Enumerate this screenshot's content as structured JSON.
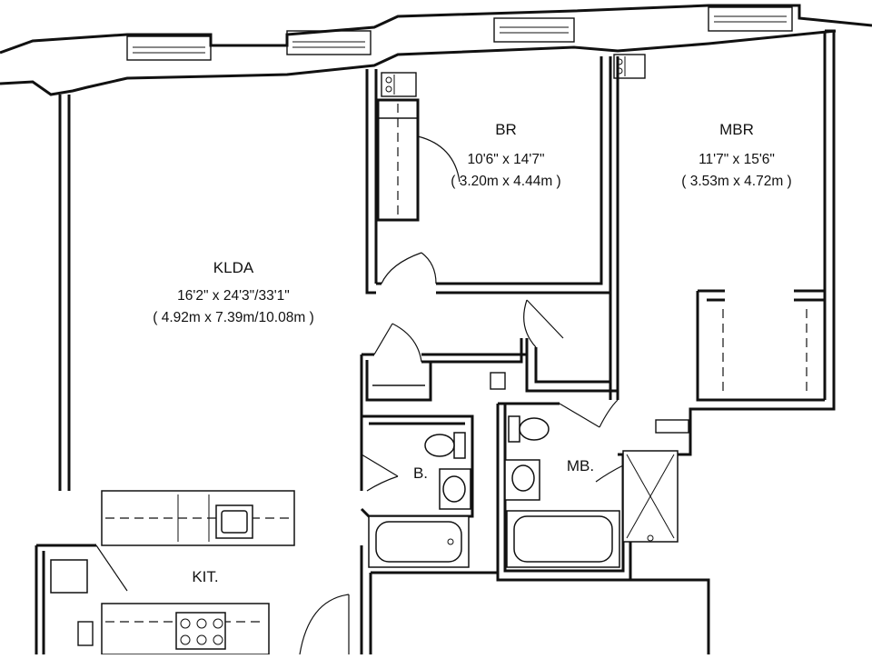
{
  "rooms": {
    "klda": {
      "name": "KLDA",
      "dim_imperial": "16'2\" x 24'3\"/33'1\"",
      "dim_metric": "( 4.92m x 7.39m/10.08m )"
    },
    "br": {
      "name": "BR",
      "dim_imperial": "10'6\" x 14'7\"",
      "dim_metric": "( 3.20m x 4.44m )"
    },
    "mbr": {
      "name": "MBR",
      "dim_imperial": "11'7\" x 15'6\"",
      "dim_metric": "( 3.53m x 4.72m )"
    },
    "bath": {
      "name": "B."
    },
    "master_bath": {
      "name": "MB."
    },
    "kitchen": {
      "name": "KIT."
    }
  }
}
